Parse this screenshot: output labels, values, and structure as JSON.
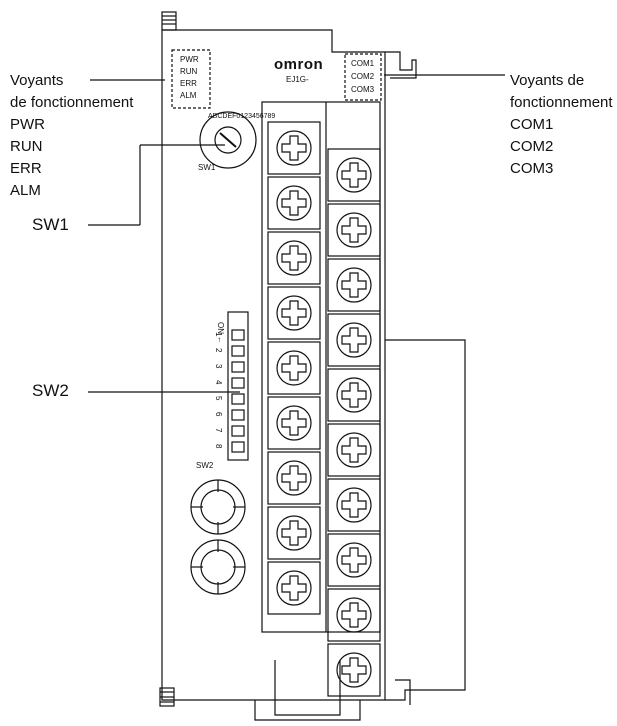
{
  "left_labels": {
    "indicators_title_1": "Voyants",
    "indicators_title_2": "de fonctionnement",
    "pwr": "PWR",
    "run": "RUN",
    "err": "ERR",
    "alm": "ALM",
    "sw1": "SW1",
    "sw2": "SW2"
  },
  "right_labels": {
    "indicators_title_1": "Voyants de",
    "indicators_title_2": "fonctionnement",
    "com1": "COM1",
    "com2": "COM2",
    "com3": "COM3"
  },
  "device": {
    "brand": "omron",
    "model": "EJ1G-",
    "led_left": [
      "PWR",
      "RUN",
      "ERR",
      "ALM"
    ],
    "led_right": [
      "COM1",
      "COM2",
      "COM3"
    ],
    "sw1_label": "SW1",
    "sw1_dial": "ABCDEF0123456789",
    "sw2_label": "SW2",
    "sw2_on": "ON",
    "sw2_arrow": "←",
    "sw2_numbers": [
      "1",
      "2",
      "3",
      "4",
      "5",
      "6",
      "7",
      "8"
    ]
  }
}
